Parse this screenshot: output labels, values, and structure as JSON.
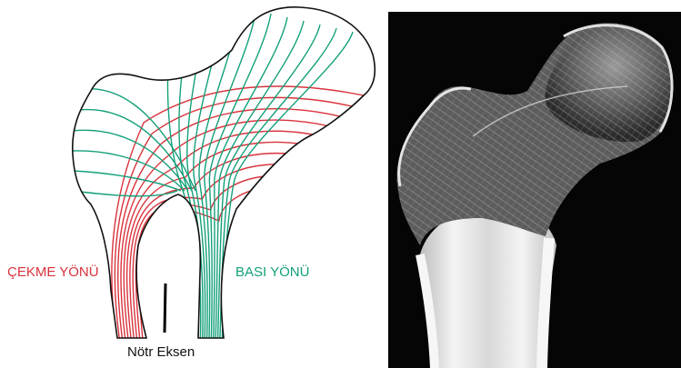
{
  "labels": {
    "tension": "ÇEKME YÖNÜ",
    "compression": "BASI YÖNÜ",
    "neutral_axis": "Nötr Eksen"
  },
  "colors": {
    "tension": "#d9333c",
    "compression": "#14a07a",
    "outline": "#111111",
    "neutral_axis": "#000000",
    "photo_background": "#050505",
    "bone": "#e8e8e8"
  }
}
